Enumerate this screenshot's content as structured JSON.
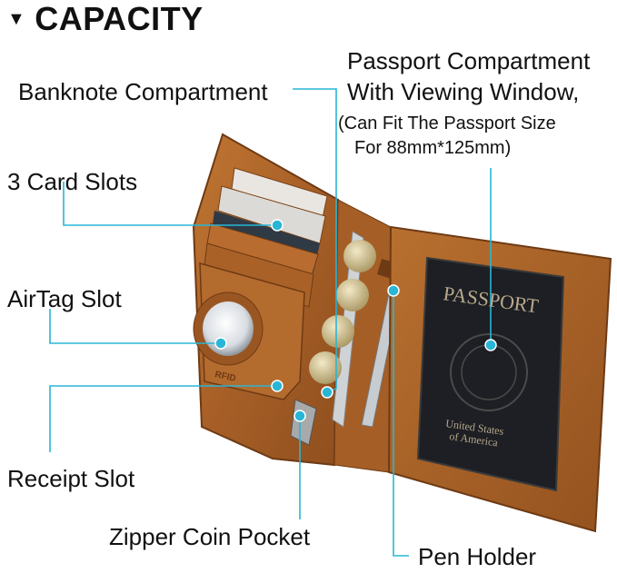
{
  "header": {
    "title": "CAPACITY"
  },
  "labels": {
    "passport_line1": "Passport Compartment",
    "passport_line2": "With Viewing Window,",
    "passport_note1": "(Can Fit The Passport Size",
    "passport_note2": "For 88mm*125mm)",
    "banknote": "Banknote Compartment",
    "card_slots": "3 Card Slots",
    "airtag": "AirTag Slot",
    "receipt": "Receipt Slot",
    "zipper": "Zipper Coin Pocket",
    "pen": "Pen Holder"
  },
  "passport": {
    "cover_title": "PASSPORT",
    "cover_line1": "United States",
    "cover_line2": "of America"
  },
  "wallet": {
    "emboss": "RFID"
  },
  "colors": {
    "leather": "#b56a2c",
    "leather_dark": "#8a4a1a",
    "callout": "#29b6d6",
    "passport": "#1d1f24"
  }
}
